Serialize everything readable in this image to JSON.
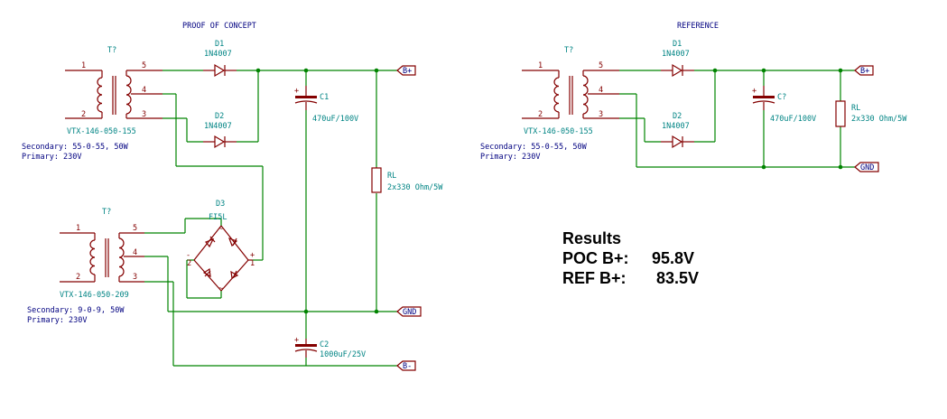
{
  "poc": {
    "title": "PROOF OF CONCEPT",
    "t1": {
      "ref": "T?",
      "part": "VTX-146-050-155",
      "secondary": "Secondary: 55-0-55, 50W",
      "primary": "Primary: 230V",
      "pins": {
        "p1": "1",
        "p2": "2",
        "p3": "3",
        "p4": "4",
        "p5": "5"
      }
    },
    "t2": {
      "ref": "T?",
      "part": "VTX-146-050-209",
      "secondary": "Secondary: 9-0-9, 50W",
      "primary": "Primary: 230V",
      "pins": {
        "p1": "1",
        "p2": "2",
        "p3": "3",
        "p4": "4",
        "p5": "5"
      }
    },
    "d1": {
      "ref": "D1",
      "value": "1N4007"
    },
    "d2": {
      "ref": "D2",
      "value": "1N4007"
    },
    "d3": {
      "ref": "D3",
      "value": "FI5L",
      "pin_minus": "-",
      "pin_plus": "+",
      "pin_ac": "~"
    },
    "c1": {
      "ref": "C1",
      "value": "470uF/100V",
      "polarity": "+"
    },
    "c2": {
      "ref": "C2",
      "value": "1000uF/25V",
      "polarity": "+"
    },
    "rl": {
      "ref": "RL",
      "value": "2x330 Ohm/5W"
    },
    "labels": {
      "bplus": "B+",
      "gnd": "GND",
      "bminus": "B-"
    }
  },
  "ref": {
    "title": "REFERENCE",
    "t1": {
      "ref": "T?",
      "part": "VTX-146-050-155",
      "secondary": "Secondary: 55-0-55, 50W",
      "primary": "Primary: 230V",
      "pins": {
        "p1": "1",
        "p2": "2",
        "p3": "3",
        "p4": "4",
        "p5": "5"
      }
    },
    "d1": {
      "ref": "D1",
      "value": "1N4007"
    },
    "d2": {
      "ref": "D2",
      "value": "1N4007"
    },
    "c": {
      "ref": "C?",
      "value": "470uF/100V",
      "polarity": "+"
    },
    "rl": {
      "ref": "RL",
      "value": "2x330 Ohm/5W"
    },
    "labels": {
      "bplus": "B+",
      "gnd": "GND"
    }
  },
  "results": {
    "title": "Results",
    "poc_label": "POC B+:",
    "poc_value": "95.8V",
    "ref_label": "REF B+:",
    "ref_value": "83.5V"
  }
}
